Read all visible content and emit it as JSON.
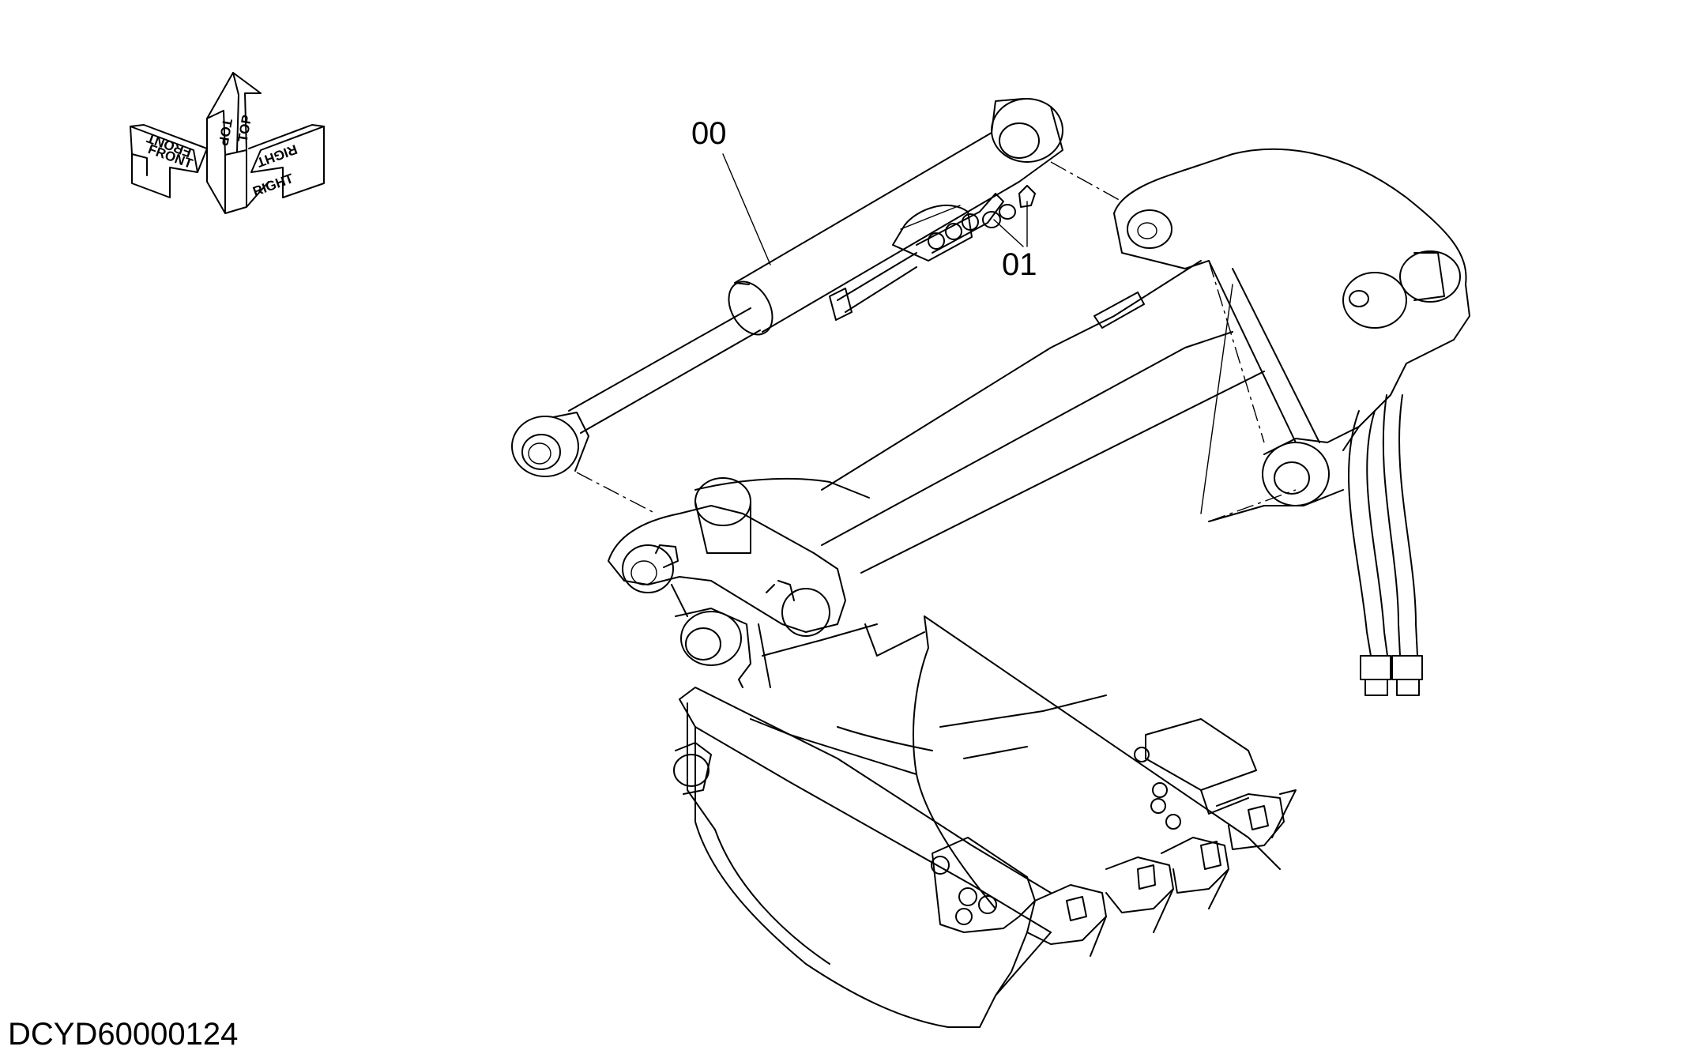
{
  "orientation": {
    "front": "FRONT",
    "top": "TOP",
    "right": "RIGHT"
  },
  "callouts": [
    {
      "id": "00"
    },
    {
      "id": "01"
    }
  ],
  "drawing_code": "DCYD60000124"
}
